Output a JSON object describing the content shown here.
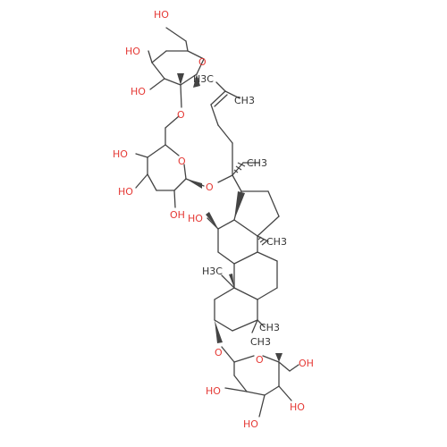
{
  "molecule": {
    "labels": {
      "ho": "HO",
      "oh": "OH",
      "o": "O",
      "h3c": "H3C",
      "ch3": "CH3"
    }
  },
  "colors": {
    "bond": "#444444",
    "carbon_label": "#333333",
    "oxygen_label": "#e53935",
    "background": "#ffffff"
  }
}
